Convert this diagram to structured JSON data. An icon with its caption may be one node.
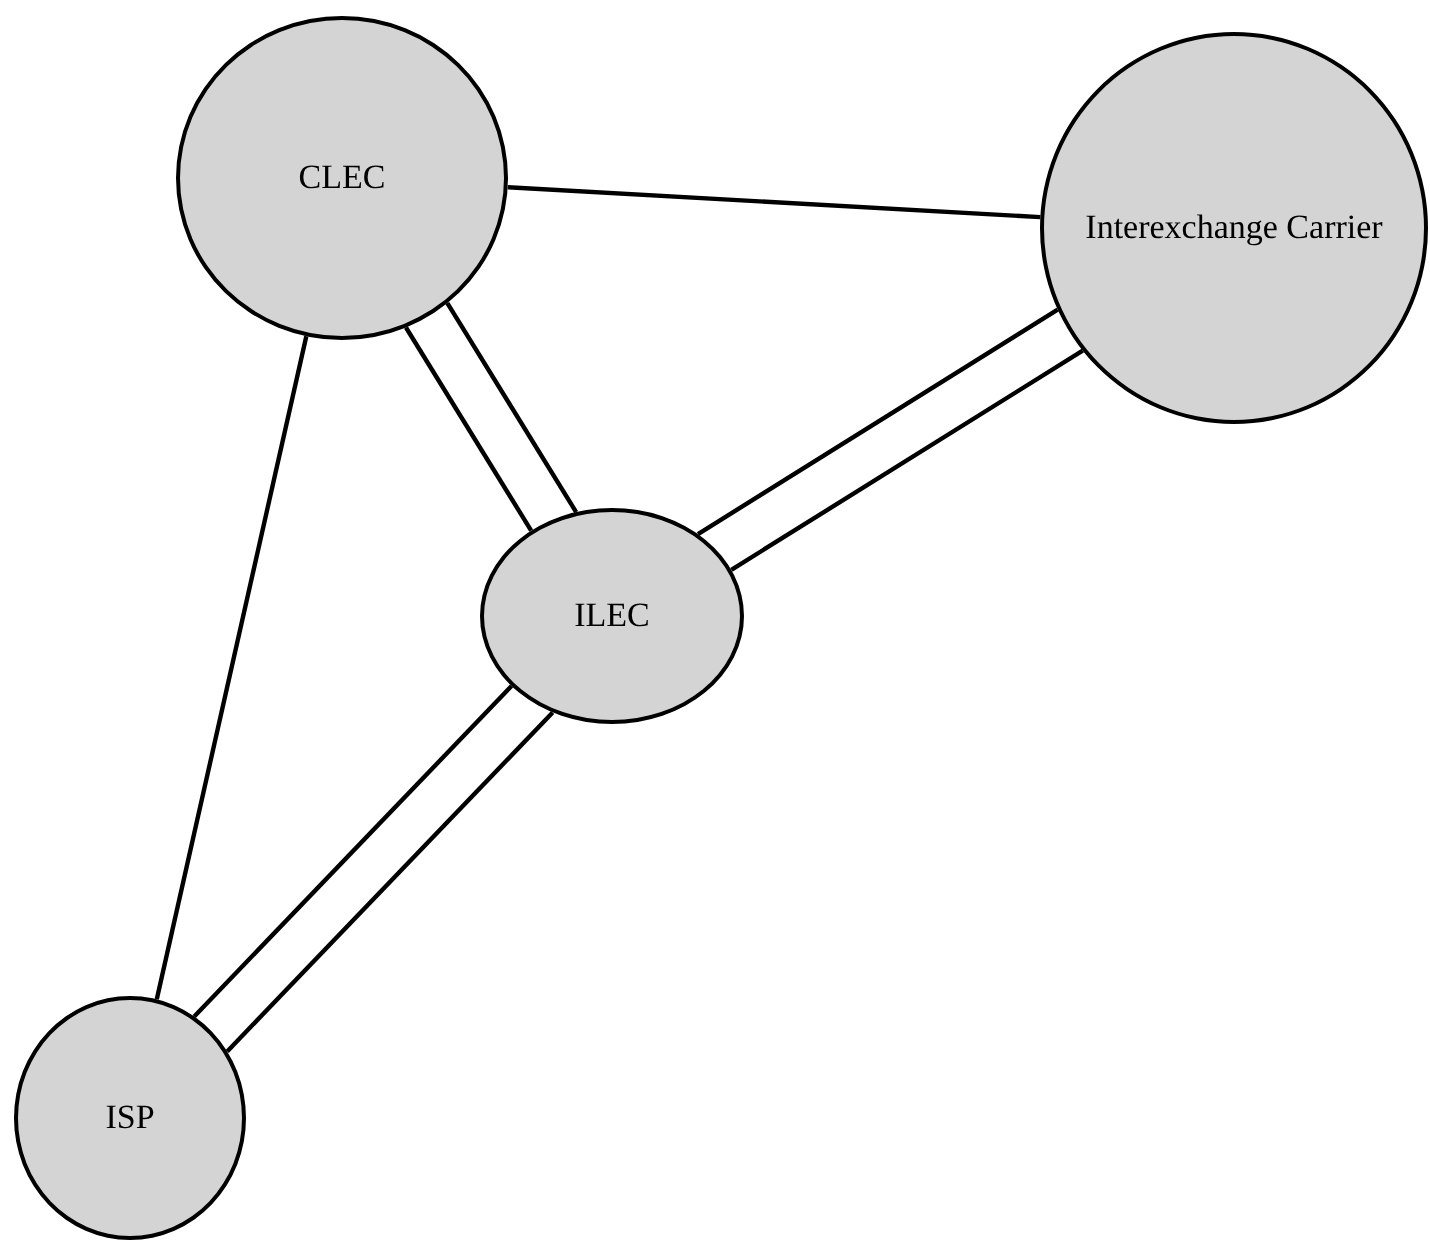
{
  "diagram": {
    "nodes": [
      {
        "text": [
          "CLEC"
        ]
      },
      {
        "text": [
          "Interexchange Carrier"
        ]
      },
      {
        "text": [
          "ILEC"
        ]
      },
      {
        "text": [
          "ISP"
        ]
      }
    ],
    "edges": [
      {
        "from": 0,
        "to": 1,
        "arrow": "none"
      },
      {
        "from": 0,
        "to": 2,
        "arrow": "none"
      },
      {
        "from": 0,
        "to": 2,
        "arrow": "none"
      },
      {
        "from": 0,
        "to": 3,
        "arrow": "none"
      },
      {
        "from": 2,
        "to": 1,
        "arrow": "none"
      },
      {
        "from": 2,
        "to": 1,
        "arrow": "none"
      },
      {
        "from": 2,
        "to": 3,
        "arrow": "none"
      },
      {
        "from": 2,
        "to": 3,
        "arrow": "none"
      }
    ]
  }
}
